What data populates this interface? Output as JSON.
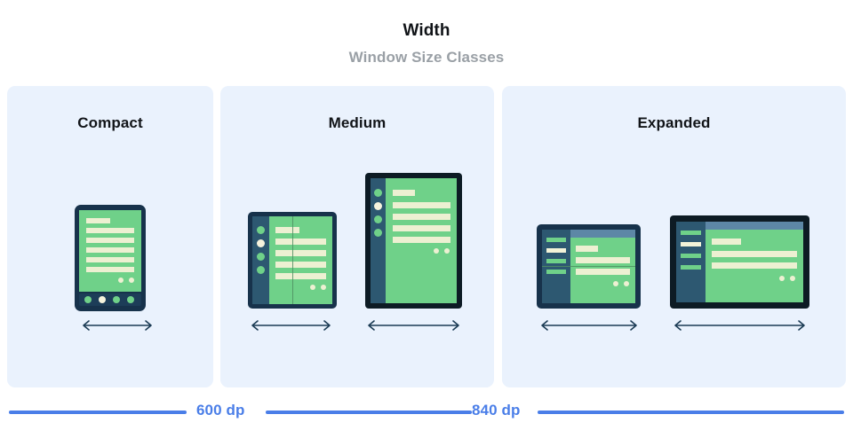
{
  "header": {
    "title": "Width",
    "subtitle": "Window Size Classes"
  },
  "colors": {
    "panel_bg": "#eaf2fd",
    "page_bg": "#ffffff",
    "title": "#111418",
    "subtitle": "#9aa0a6",
    "accent_blue": "#4a7ee8",
    "device_frame_navy": "#17324b",
    "device_frame_black": "#0d1b24",
    "device_rail": "#2d5871",
    "device_screen_green": "#6fd189",
    "device_content_cream": "#edf0d2",
    "device_topbar": "#5d87a6",
    "arrow": "#1b3b54"
  },
  "panels": [
    {
      "id": "compact",
      "title": "Compact",
      "devices": [
        {
          "id": "phone-compact",
          "kind": "phone",
          "orientation": "portrait",
          "content_bars": 6,
          "nav_dots": [
            "green",
            "cream",
            "green",
            "green"
          ],
          "floating_dots": 2
        }
      ],
      "arrows": 1
    },
    {
      "id": "medium",
      "title": "Medium",
      "devices": [
        {
          "id": "fold-medium",
          "kind": "foldable",
          "orientation": "portrait",
          "rail_dots": [
            "green",
            "cream",
            "green",
            "green"
          ],
          "content_bars": 5,
          "floating_dots": 2,
          "fold_line": "vertical"
        },
        {
          "id": "tab-medium",
          "kind": "tablet",
          "orientation": "portrait",
          "rail_dots": [
            "green",
            "cream",
            "green",
            "green"
          ],
          "content_bars": 5,
          "floating_dots": 2
        }
      ],
      "arrows": 2
    },
    {
      "id": "expanded",
      "title": "Expanded",
      "devices": [
        {
          "id": "fold-expanded",
          "kind": "foldable",
          "orientation": "landscape",
          "rail_bars": [
            "green",
            "cream",
            "green",
            "green"
          ],
          "content_bars": 3,
          "floating_dots": 2,
          "fold_line": "horizontal"
        },
        {
          "id": "tab-expanded",
          "kind": "tablet",
          "orientation": "landscape",
          "rail_bars": [
            "green",
            "cream",
            "green",
            "green"
          ],
          "content_bars": 3,
          "floating_dots": 2
        }
      ],
      "arrows": 2
    }
  ],
  "breakpoints": [
    {
      "id": "bp-600",
      "label": "600 dp"
    },
    {
      "id": "bp-840",
      "label": "840 dp"
    }
  ]
}
